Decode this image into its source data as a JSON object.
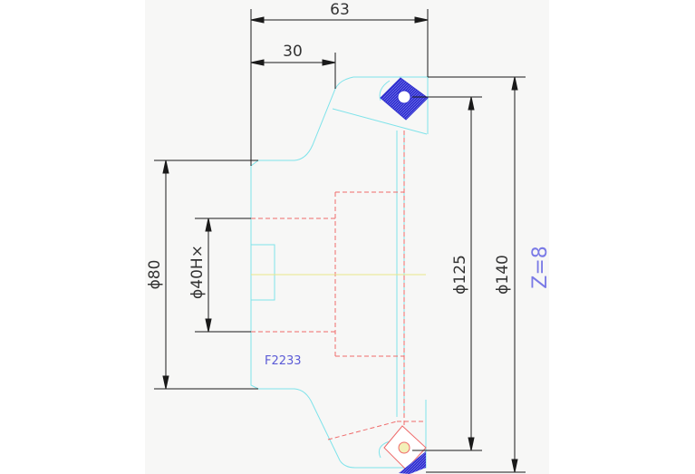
{
  "drawing": {
    "dimensions": {
      "total_length": "63",
      "hub_length": "30",
      "hub_diameter": "ϕ80",
      "bore_diameter": "ϕ40H×",
      "pitch_diameter": "ϕ125",
      "outer_diameter": "ϕ140"
    },
    "part_code": "F2233",
    "tooth_count": "Z=8",
    "colors": {
      "background": "#f7f7f6",
      "outline": "#7fe3ea",
      "hidden_line": "#ef6b6b",
      "center_line": "#e9e78a",
      "dimension_line": "#1a1a1a",
      "annotation_text": "#5b5bd6",
      "hatch_fill": "#2f2fcf"
    }
  }
}
